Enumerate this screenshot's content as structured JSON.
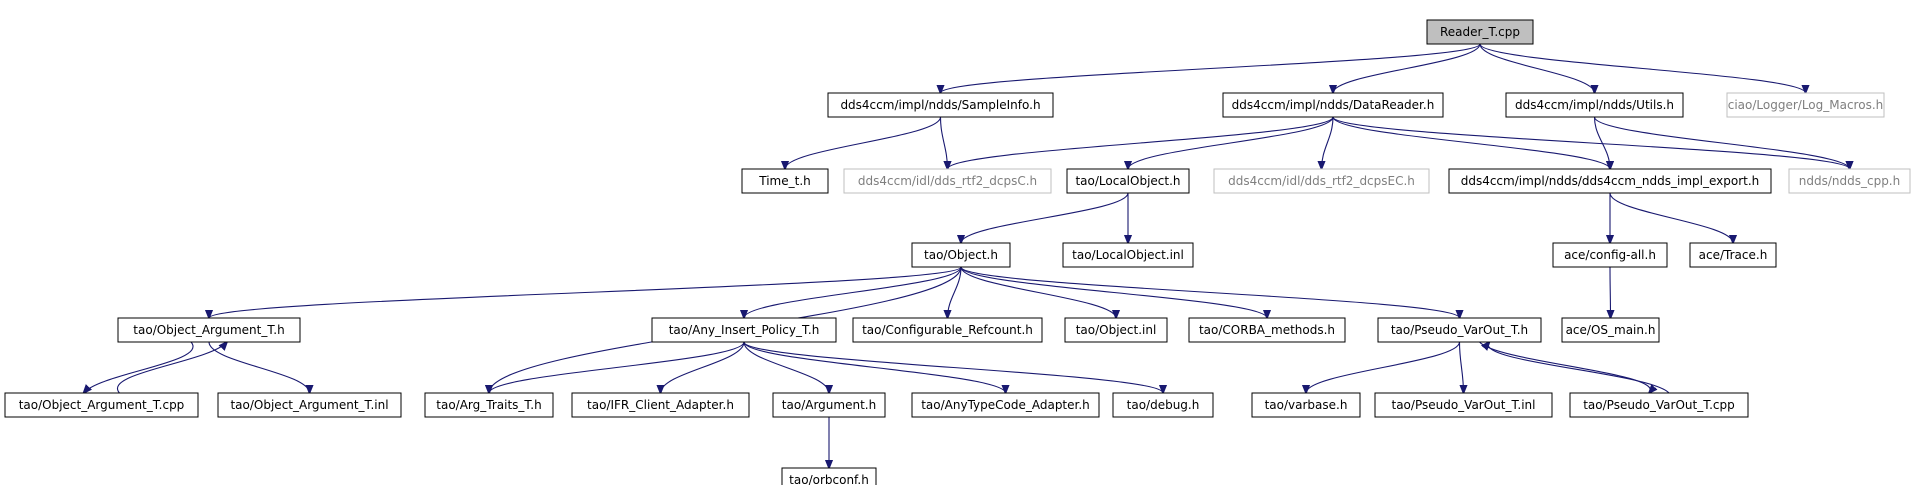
{
  "diagram": {
    "type": "include-dependency-graph",
    "nodes": [
      {
        "id": "reader",
        "label": "Reader_T.cpp",
        "style": "root"
      },
      {
        "id": "sampleinfo",
        "label": "dds4ccm/impl/ndds/SampleInfo.h",
        "style": "normal"
      },
      {
        "id": "datareader",
        "label": "dds4ccm/impl/ndds/DataReader.h",
        "style": "normal"
      },
      {
        "id": "utils",
        "label": "dds4ccm/impl/ndds/Utils.h",
        "style": "normal"
      },
      {
        "id": "logmacros",
        "label": "ciao/Logger/Log_Macros.h",
        "style": "external"
      },
      {
        "id": "time",
        "label": "Time_t.h",
        "style": "normal"
      },
      {
        "id": "dcpsc",
        "label": "dds4ccm/idl/dds_rtf2_dcpsC.h",
        "style": "external"
      },
      {
        "id": "localobj",
        "label": "tao/LocalObject.h",
        "style": "normal"
      },
      {
        "id": "dcpsec",
        "label": "dds4ccm/idl/dds_rtf2_dcpsEC.h",
        "style": "external"
      },
      {
        "id": "nddsexport",
        "label": "dds4ccm/impl/ndds/dds4ccm_ndds_impl_export.h",
        "style": "normal"
      },
      {
        "id": "nddscpp",
        "label": "ndds/ndds_cpp.h",
        "style": "external"
      },
      {
        "id": "object",
        "label": "tao/Object.h",
        "style": "normal"
      },
      {
        "id": "localobjinl",
        "label": "tao/LocalObject.inl",
        "style": "normal"
      },
      {
        "id": "configall",
        "label": "ace/config-all.h",
        "style": "normal"
      },
      {
        "id": "trace",
        "label": "ace/Trace.h",
        "style": "normal"
      },
      {
        "id": "objarg",
        "label": "tao/Object_Argument_T.h",
        "style": "normal"
      },
      {
        "id": "anyins",
        "label": "tao/Any_Insert_Policy_T.h",
        "style": "normal"
      },
      {
        "id": "confref",
        "label": "tao/Configurable_Refcount.h",
        "style": "normal"
      },
      {
        "id": "objinl",
        "label": "tao/Object.inl",
        "style": "normal"
      },
      {
        "id": "corbameth",
        "label": "tao/CORBA_methods.h",
        "style": "normal"
      },
      {
        "id": "pseudoh",
        "label": "tao/Pseudo_VarOut_T.h",
        "style": "normal"
      },
      {
        "id": "osmain",
        "label": "ace/OS_main.h",
        "style": "normal"
      },
      {
        "id": "objargcpp",
        "label": "tao/Object_Argument_T.cpp",
        "style": "normal"
      },
      {
        "id": "objarginl",
        "label": "tao/Object_Argument_T.inl",
        "style": "normal"
      },
      {
        "id": "argtraits",
        "label": "tao/Arg_Traits_T.h",
        "style": "normal"
      },
      {
        "id": "ifr",
        "label": "tao/IFR_Client_Adapter.h",
        "style": "normal"
      },
      {
        "id": "argument",
        "label": "tao/Argument.h",
        "style": "normal"
      },
      {
        "id": "anytc",
        "label": "tao/AnyTypeCode_Adapter.h",
        "style": "normal"
      },
      {
        "id": "debug",
        "label": "tao/debug.h",
        "style": "normal"
      },
      {
        "id": "varbase",
        "label": "tao/varbase.h",
        "style": "normal"
      },
      {
        "id": "pseudoinl",
        "label": "tao/Pseudo_VarOut_T.inl",
        "style": "normal"
      },
      {
        "id": "pseudocpp",
        "label": "tao/Pseudo_VarOut_T.cpp",
        "style": "normal"
      },
      {
        "id": "orbconf",
        "label": "tao/orbconf.h",
        "style": "normal"
      }
    ],
    "edges": [
      [
        "reader",
        "sampleinfo"
      ],
      [
        "reader",
        "datareader"
      ],
      [
        "reader",
        "utils"
      ],
      [
        "reader",
        "logmacros"
      ],
      [
        "sampleinfo",
        "time"
      ],
      [
        "sampleinfo",
        "dcpsc"
      ],
      [
        "datareader",
        "dcpsc"
      ],
      [
        "datareader",
        "localobj"
      ],
      [
        "datareader",
        "dcpsec"
      ],
      [
        "datareader",
        "nddsexport"
      ],
      [
        "datareader",
        "nddscpp"
      ],
      [
        "utils",
        "nddsexport"
      ],
      [
        "utils",
        "nddscpp"
      ],
      [
        "localobj",
        "object"
      ],
      [
        "localobj",
        "localobjinl"
      ],
      [
        "nddsexport",
        "configall"
      ],
      [
        "nddsexport",
        "trace"
      ],
      [
        "configall",
        "osmain"
      ],
      [
        "object",
        "objarg"
      ],
      [
        "object",
        "argtraits"
      ],
      [
        "object",
        "anyins"
      ],
      [
        "object",
        "confref"
      ],
      [
        "object",
        "objinl"
      ],
      [
        "object",
        "corbameth"
      ],
      [
        "object",
        "pseudoh"
      ],
      [
        "objarg",
        "objargcpp"
      ],
      [
        "objargcpp",
        "objarg"
      ],
      [
        "objarg",
        "objarginl"
      ],
      [
        "anyins",
        "argtraits"
      ],
      [
        "anyins",
        "ifr"
      ],
      [
        "anyins",
        "argument"
      ],
      [
        "anyins",
        "anytc"
      ],
      [
        "anyins",
        "debug"
      ],
      [
        "argument",
        "orbconf"
      ],
      [
        "pseudoh",
        "varbase"
      ],
      [
        "pseudoh",
        "pseudoinl"
      ],
      [
        "pseudoh",
        "pseudocpp"
      ],
      [
        "pseudocpp",
        "pseudoh"
      ]
    ]
  }
}
